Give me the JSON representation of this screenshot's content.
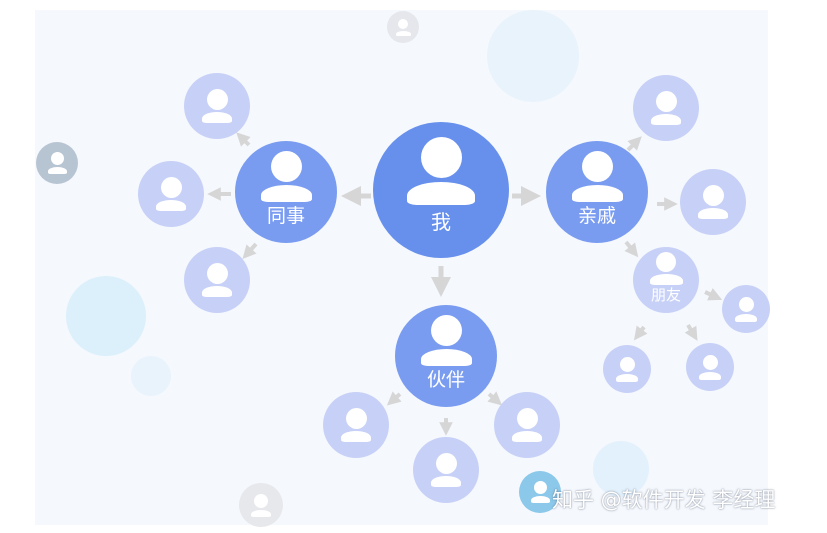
{
  "diagram": {
    "nodes": {
      "me": "我",
      "colleague": "同事",
      "relative": "亲戚",
      "partner": "伙伴",
      "friend": "朋友"
    },
    "colors": {
      "center": "#6790ec",
      "primary": "#7a9cf0",
      "secondary": "#c7d1f7",
      "arrow": "#d6d6d6",
      "panel": "#f5f8fd"
    }
  },
  "watermark": "知乎 @软件开发 李经理"
}
